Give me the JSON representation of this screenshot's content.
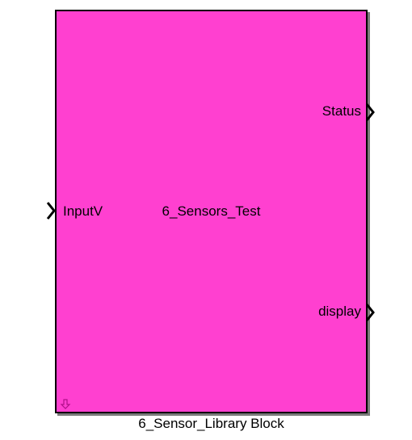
{
  "block": {
    "inner_name": "6_Sensors_Test",
    "caption": "6_Sensor_Library Block",
    "fill_color": "#ff40d0",
    "inports": [
      {
        "label": "InputV"
      }
    ],
    "outports": [
      {
        "label": "Status"
      },
      {
        "label": "display"
      }
    ],
    "icons": {
      "port_arrow": "chevron-right-icon",
      "mask_indicator": "down-arrow-icon"
    }
  }
}
